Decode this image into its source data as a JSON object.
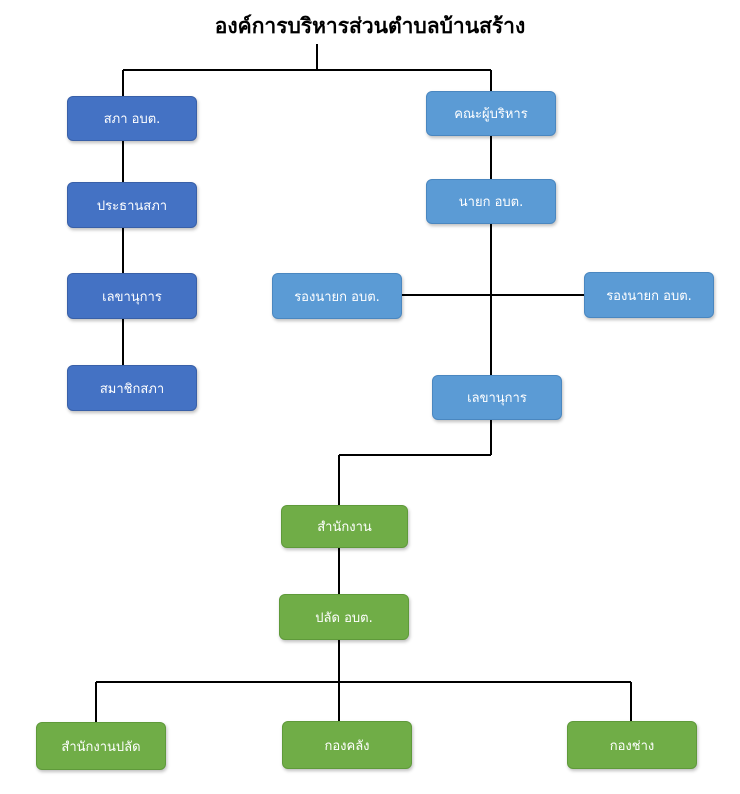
{
  "title": "องค์การบริหารส่วนตำบลบ้านสร้าง",
  "council": {
    "head": "สภา อบต.",
    "chair": "ประธานสภา",
    "secretary": "เลขานุการ",
    "members": "สมาชิกสภา"
  },
  "executive": {
    "board": "คณะผู้บริหาร",
    "mayor": "นายก อบต.",
    "deputy_left": "รองนายก อบต.",
    "deputy_right": "รองนายก อบต.",
    "secretary": "เลขานุการ"
  },
  "office": {
    "office": "สำนักงาน",
    "clerk": "ปลัด อบต.",
    "clerk_office": "สำนักงานปลัด",
    "finance": "กองคลัง",
    "engineering": "กองช่าง"
  },
  "colors": {
    "council": "#4472c4",
    "executive": "#5b9bd5",
    "office": "#70ad47",
    "lines": "#000000"
  }
}
